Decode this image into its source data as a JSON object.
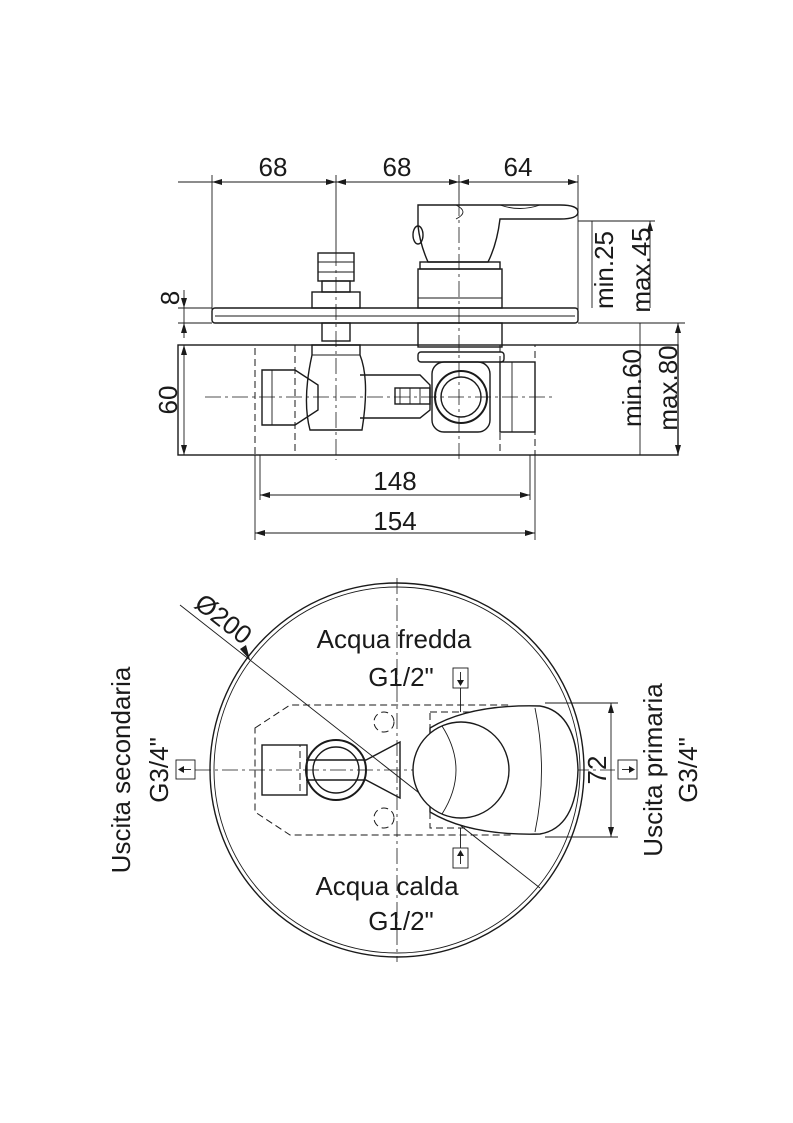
{
  "side_view": {
    "dim_top_1": "68",
    "dim_top_2": "68",
    "dim_top_3": "64",
    "dim_plate": "8",
    "dim_body_height": "60",
    "dim_handle_min": "min.25",
    "dim_handle_max": "max.45",
    "dim_depth_min": "min.60",
    "dim_depth_max": "max.80",
    "dim_width_inner": "148",
    "dim_width_outer": "154"
  },
  "front_view": {
    "diameter": "Ø200",
    "cold_label": "Acqua fredda",
    "cold_thread": "G1/2\"",
    "hot_label": "Acqua calda",
    "hot_thread": "G1/2\"",
    "outlet_secondary_label": "Uscita secondaria",
    "outlet_secondary_thread": "G3/4\"",
    "outlet_primary_label": "Uscita primaria",
    "outlet_primary_thread": "G3/4\"",
    "dim_outlet_height": "72"
  }
}
